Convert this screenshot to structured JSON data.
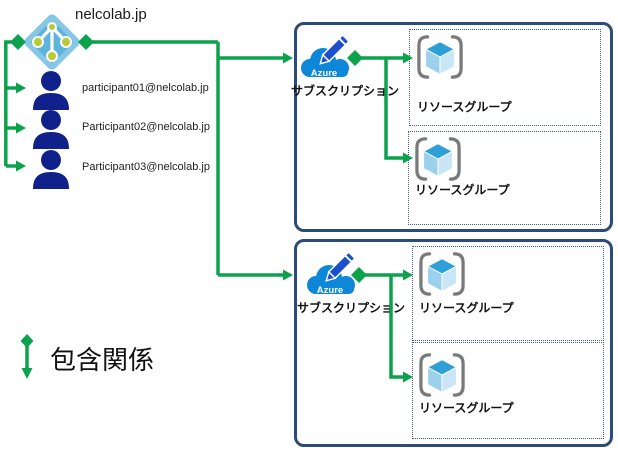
{
  "tenant": {
    "domain": "nelcolab.jp"
  },
  "users": [
    {
      "email": "participant01@nelcolab.jp"
    },
    {
      "email": "Participant02@nelcolab.jp"
    },
    {
      "email": "Participant03@nelcolab.jp"
    }
  ],
  "subscriptions": [
    {
      "label": "サブスクリプション",
      "azure_logo_text": "Azure",
      "resource_groups": [
        {
          "label": "リソースグループ"
        },
        {
          "label": "リソースグループ"
        }
      ]
    },
    {
      "label": "サブスクリプション",
      "azure_logo_text": "Azure",
      "resource_groups": [
        {
          "label": "リソースグループ"
        },
        {
          "label": "リソースグループ"
        }
      ]
    }
  ],
  "legend": {
    "label": "包含関係"
  },
  "colors": {
    "connector_green": "#0CA24D",
    "box_border_navy": "#2C4B7A",
    "rg_dotted_border": "#3D5C96",
    "person_blue": "#10218B",
    "azure_cloud_blue": "#0F87D8",
    "pencil_blue": "#1C4FD0",
    "aad_diamond_outer": "#85C7E5",
    "aad_diamond_inner": "#5FB3DC",
    "aad_node_green": "#B6CC33",
    "cube_top": "#2F9FD8",
    "cube_left": "#9BD1EC",
    "cube_right": "#C8E6F6",
    "bracket_gray": "#7A7A7A"
  }
}
